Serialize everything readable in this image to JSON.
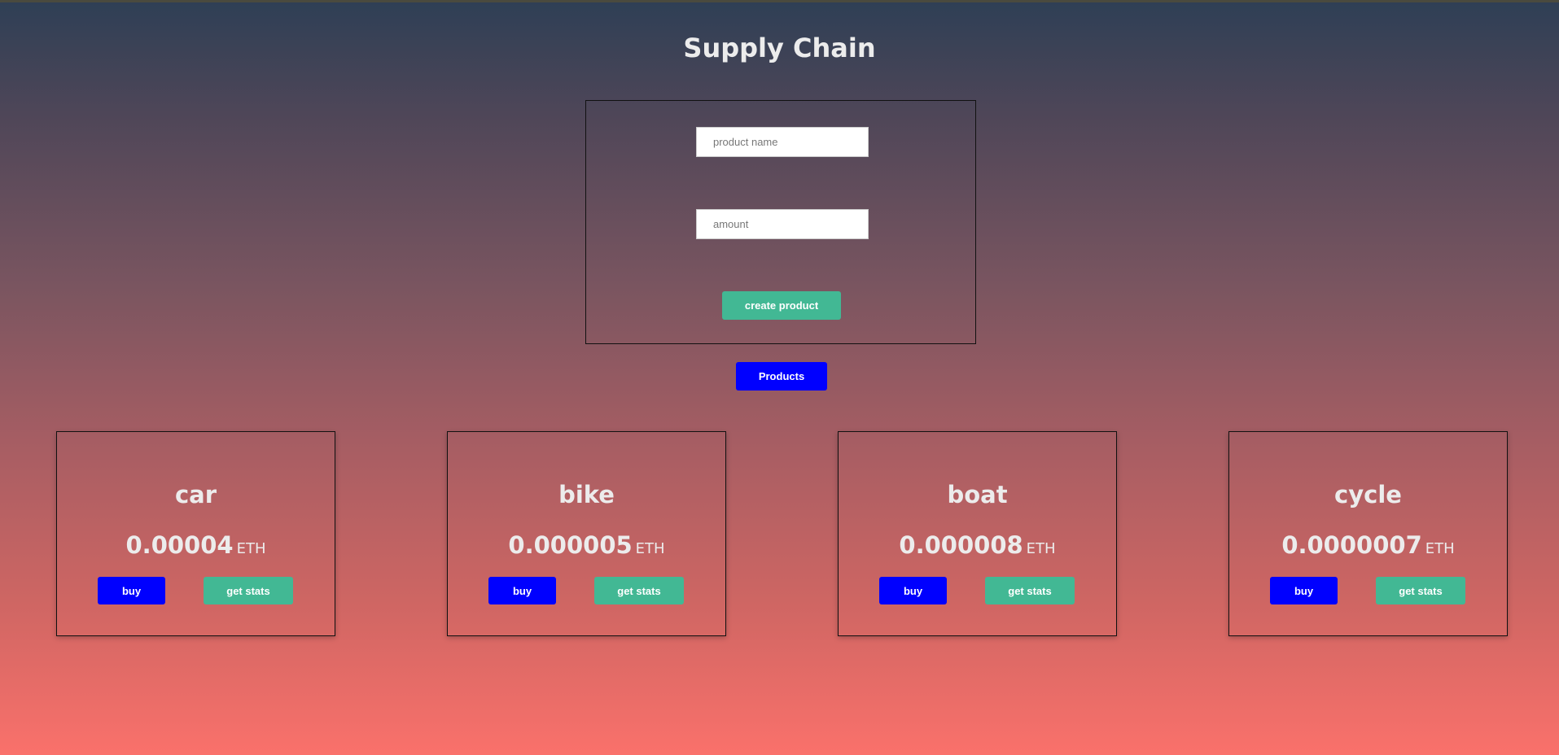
{
  "header": {
    "title": "Supply Chain"
  },
  "create_form": {
    "name_placeholder": "product name",
    "name_value": "",
    "amount_placeholder": "amount",
    "amount_value": "",
    "submit_label": "create product"
  },
  "products_button_label": "Products",
  "products": [
    {
      "name": "car",
      "price": "0.00004",
      "unit": "ETH",
      "buy_label": "buy",
      "stats_label": "get stats"
    },
    {
      "name": "bike",
      "price": "0.000005",
      "unit": "ETH",
      "buy_label": "buy",
      "stats_label": "get stats"
    },
    {
      "name": "boat",
      "price": "0.000008",
      "unit": "ETH",
      "buy_label": "buy",
      "stats_label": "get stats"
    },
    {
      "name": "cycle",
      "price": "0.0000007",
      "unit": "ETH",
      "buy_label": "buy",
      "stats_label": "get stats"
    }
  ],
  "colors": {
    "gradient_top": "#2e3f55",
    "gradient_bottom": "#fa716b",
    "primary_button": "#0000ff",
    "secondary_button": "#42b894"
  }
}
